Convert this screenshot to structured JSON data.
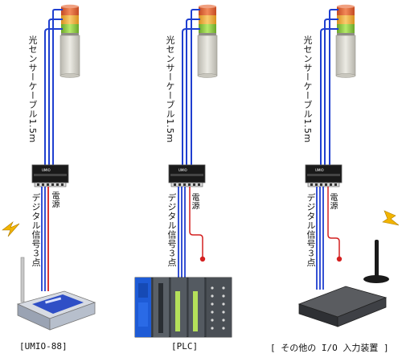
{
  "colors": {
    "cable_blue": "#1f3fd0",
    "wire_red": "#d42020",
    "lamp_red": "#e8663a",
    "lamp_amber": "#f0b040",
    "lamp_green": "#8ed03a",
    "pole": "#d8d6cc",
    "box_dark": "#1a1a1a",
    "plc_blue": "#1e5bd6",
    "plc_gray": "#4a4f55",
    "lightning": "#f2b400"
  },
  "panels": [
    {
      "id": "umio",
      "fiber_cable_label": "光センサーケーブル1.5m",
      "signal_label": "デジタル信号３点",
      "power_label": "電源",
      "caption": "[UMIO-88]",
      "device_icon": "router-device-icon",
      "box_text": "UMIO"
    },
    {
      "id": "plc",
      "fiber_cable_label": "光センサーケーブル1.5m",
      "signal_label": "デジタル信号３点",
      "power_label": "電源",
      "caption": "[PLC]",
      "device_icon": "plc-device-icon",
      "box_text": "UMIO"
    },
    {
      "id": "other",
      "fiber_cable_label": "光センサーケーブル1.5m",
      "signal_label": "デジタル信号３点",
      "power_label": "電源",
      "caption": "[ その他の I/O 入力装置 ]",
      "device_icon": "wireless-device-icon",
      "box_text": "UMIO"
    }
  ]
}
